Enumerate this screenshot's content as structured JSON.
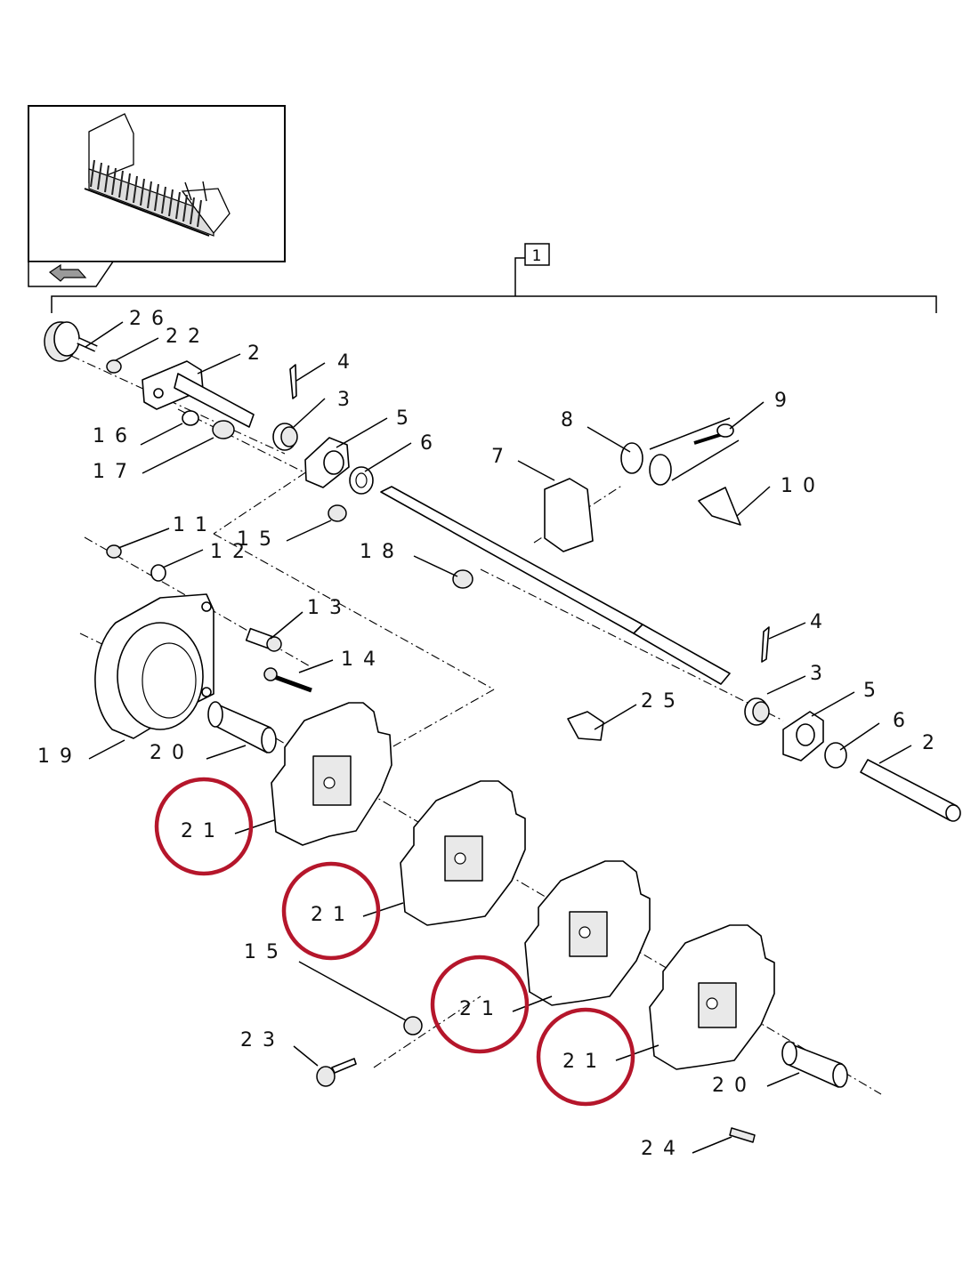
{
  "group_ref": "1",
  "labels": {
    "p26": "26",
    "p22": "22",
    "p2a": "2",
    "p4a": "4",
    "p3a": "3",
    "p5a": "5",
    "p6a": "6",
    "p16": "16",
    "p17": "17",
    "p8": "8",
    "p9": "9",
    "p7": "7",
    "p10": "10",
    "p11": "11",
    "p15a": "15",
    "p12": "12",
    "p18": "18",
    "p13": "13",
    "p14": "14",
    "p4b": "4",
    "p3b": "3",
    "p5b": "5",
    "p25": "25",
    "p6b": "6",
    "p2b": "2",
    "p19": "19",
    "p20a": "20",
    "p21a": "21",
    "p21b": "21",
    "p21c": "21",
    "p21d": "21",
    "p15b": "15",
    "p23": "23",
    "p20b": "20",
    "p24": "24"
  },
  "highlighted_part": "21",
  "colors": {
    "highlight": "#b5162b",
    "line": "#000000",
    "background": "#ffffff"
  },
  "icons": {
    "thumbnail": "baler-pickup-thumbnail",
    "nav": "back-arrow-icon"
  }
}
